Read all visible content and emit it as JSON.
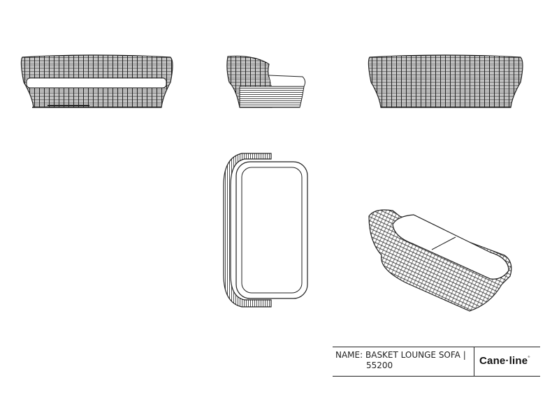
{
  "title_block": {
    "name_label": "NAME:",
    "product_name": "BASKET LOUNGE SOFA |",
    "product_number": "55200",
    "brand": "Cane·line",
    "brand_mark": "®"
  },
  "views": [
    "front-view",
    "side-view",
    "back-view",
    "top-view",
    "isometric-view"
  ],
  "colors": {
    "line": "#222222",
    "background": "#ffffff"
  }
}
